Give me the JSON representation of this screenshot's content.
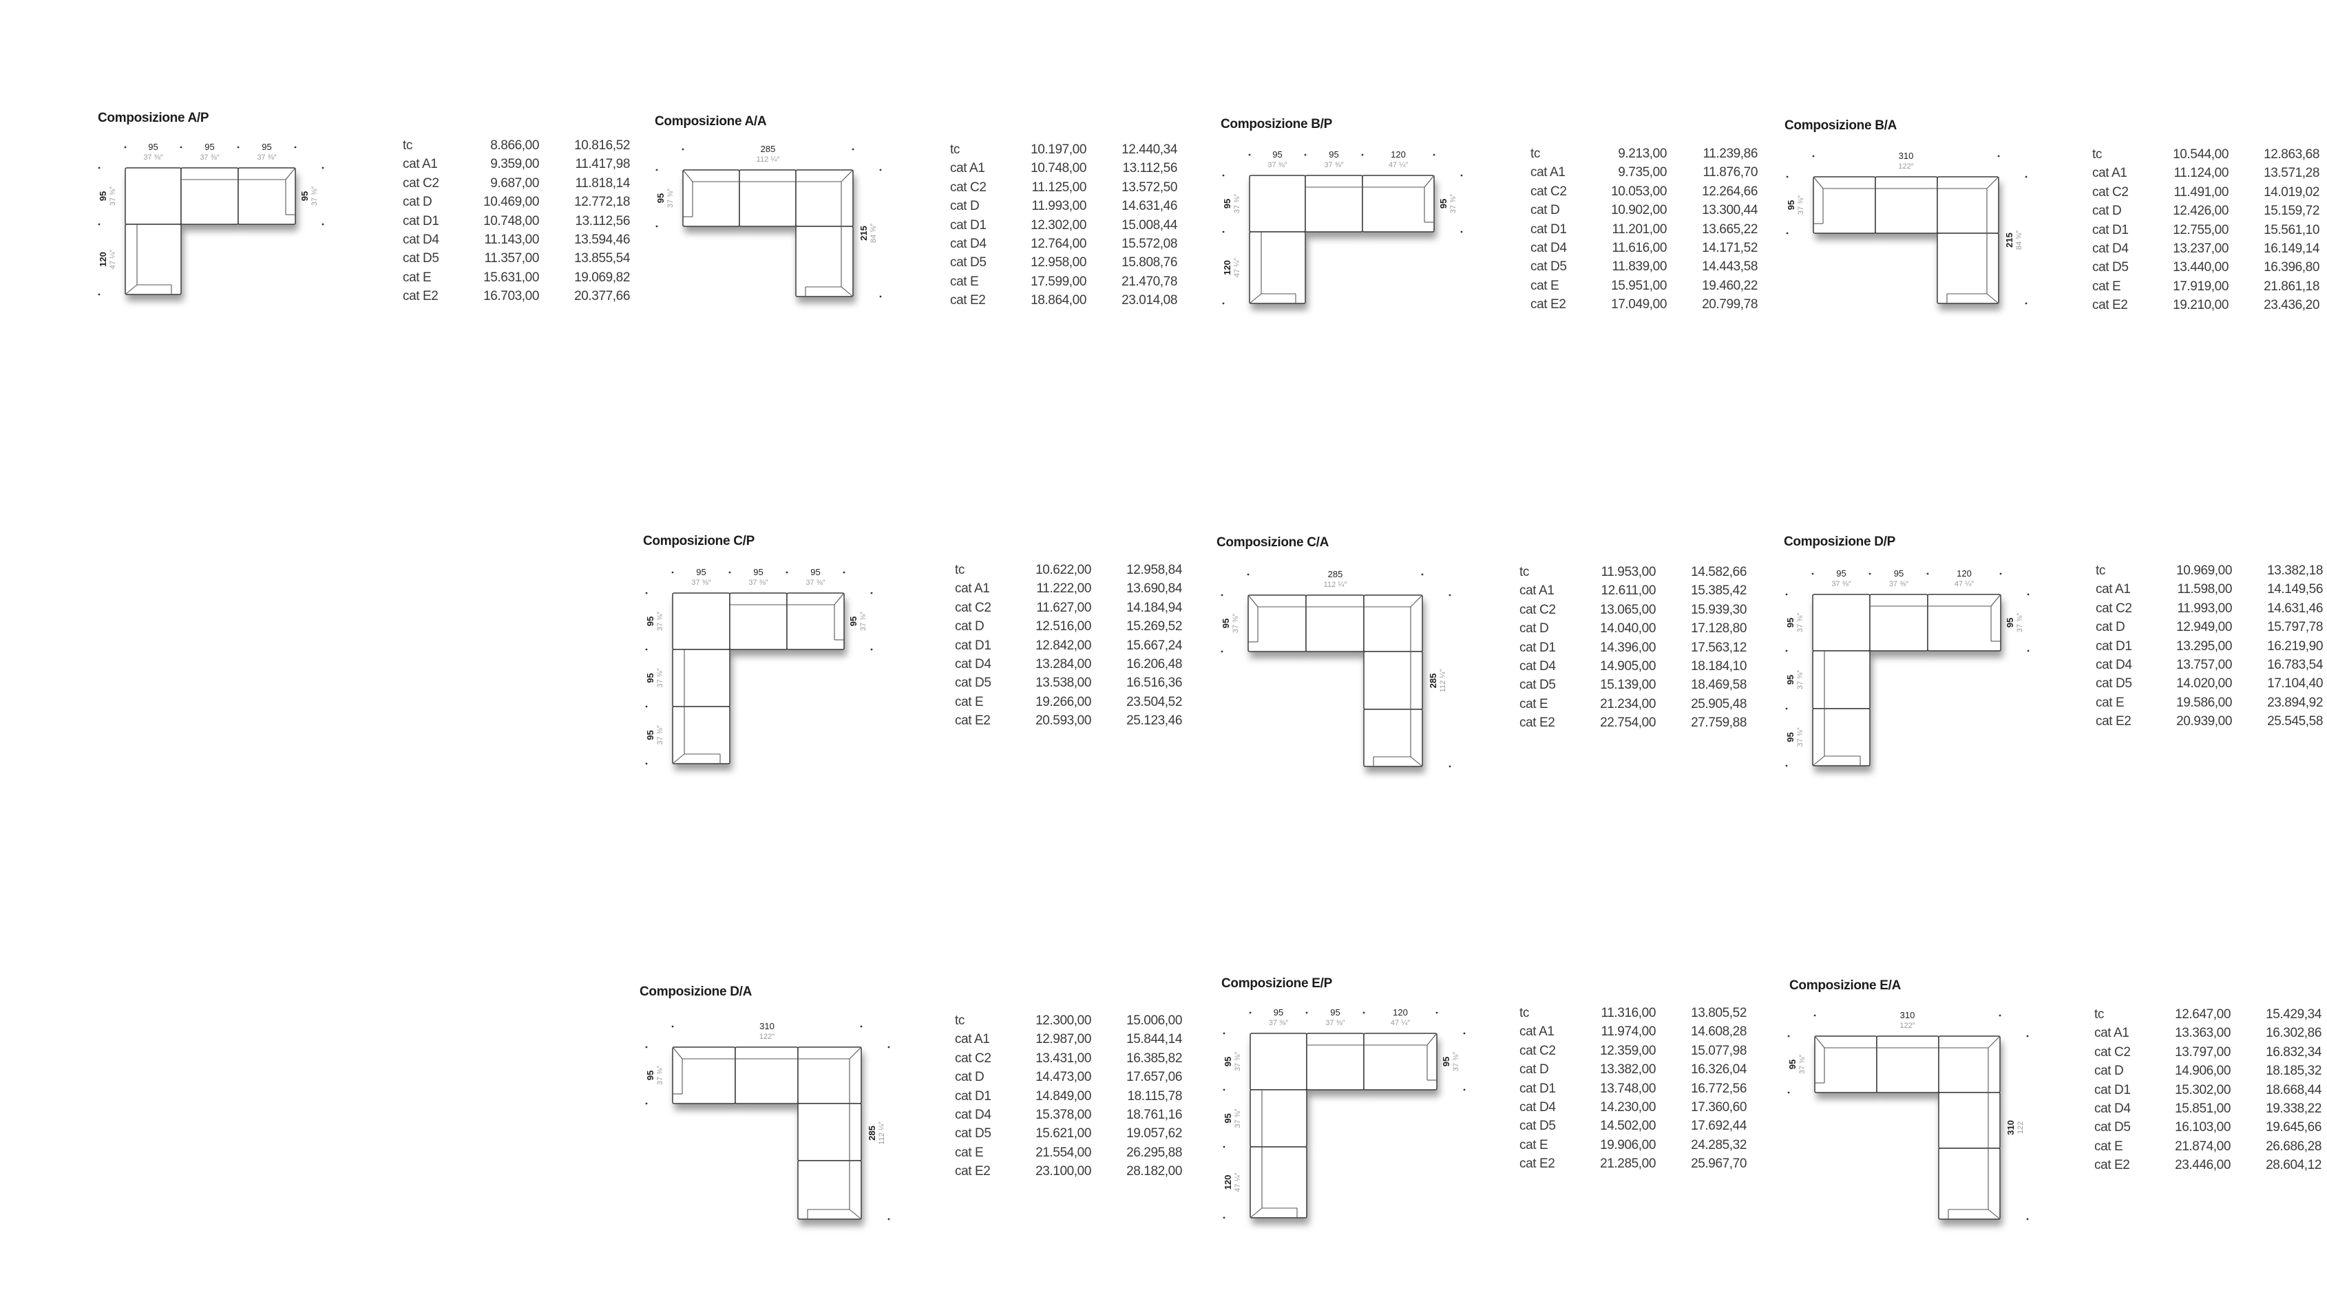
{
  "price_categories": [
    "tc",
    "cat A1",
    "cat C2",
    "cat D",
    "cat D1",
    "cat D4",
    "cat D5",
    "cat E",
    "cat E2"
  ],
  "compositions": [
    {
      "title": "Composizione A/P",
      "type": "P",
      "top": [
        {
          "cm": "95",
          "in": "37 ⅜″"
        },
        {
          "cm": "95",
          "in": "37 ⅜″"
        },
        {
          "cm": "95",
          "in": "37 ⅜″"
        }
      ],
      "left": [
        {
          "cm": "95",
          "in": "37 ⅜″"
        },
        {
          "cm": "120",
          "in": "47 ¼″"
        }
      ],
      "right": [
        {
          "cm": "95",
          "in": "37 ⅜″"
        }
      ],
      "prices": [
        [
          "8.866,00",
          "10.816,52"
        ],
        [
          "9.359,00",
          "11.417,98"
        ],
        [
          "9.687,00",
          "11.818,14"
        ],
        [
          "10.469,00",
          "12.772,18"
        ],
        [
          "10.748,00",
          "13.112,56"
        ],
        [
          "11.143,00",
          "13.594,46"
        ],
        [
          "11.357,00",
          "13.855,54"
        ],
        [
          "15.631,00",
          "19.069,82"
        ],
        [
          "16.703,00",
          "20.377,66"
        ]
      ]
    },
    {
      "title": "Composizione A/A",
      "type": "A",
      "top": [
        {
          "cm": "285",
          "in": "112 ¼″"
        }
      ],
      "left": [
        {
          "cm": "95",
          "in": "37 ⅜″"
        }
      ],
      "right": [
        {
          "cm": "215",
          "in": "84 ⅝″"
        }
      ],
      "prices": [
        [
          "10.197,00",
          "12.440,34"
        ],
        [
          "10.748,00",
          "13.112,56"
        ],
        [
          "11.125,00",
          "13.572,50"
        ],
        [
          "11.993,00",
          "14.631,46"
        ],
        [
          "12.302,00",
          "15.008,44"
        ],
        [
          "12.764,00",
          "15.572,08"
        ],
        [
          "12.958,00",
          "15.808,76"
        ],
        [
          "17.599,00",
          "21.470,78"
        ],
        [
          "18.864,00",
          "23.014,08"
        ]
      ]
    },
    {
      "title": "Composizione B/P",
      "type": "P",
      "top": [
        {
          "cm": "95",
          "in": "37 ⅜″"
        },
        {
          "cm": "95",
          "in": "37 ⅜″"
        },
        {
          "cm": "120",
          "in": "47 ¼″"
        }
      ],
      "left": [
        {
          "cm": "95",
          "in": "37 ⅜″"
        },
        {
          "cm": "120",
          "in": "47 ¼″"
        }
      ],
      "right": [
        {
          "cm": "95",
          "in": "37 ⅜″"
        }
      ],
      "prices": [
        [
          "9.213,00",
          "11.239,86"
        ],
        [
          "9.735,00",
          "11.876,70"
        ],
        [
          "10.053,00",
          "12.264,66"
        ],
        [
          "10.902,00",
          "13.300,44"
        ],
        [
          "11.201,00",
          "13.665,22"
        ],
        [
          "11.616,00",
          "14.171,52"
        ],
        [
          "11.839,00",
          "14.443,58"
        ],
        [
          "15.951,00",
          "19.460,22"
        ],
        [
          "17.049,00",
          "20.799,78"
        ]
      ]
    },
    {
      "title": "Composizione B/A",
      "type": "A",
      "top": [
        {
          "cm": "310",
          "in": "122″"
        }
      ],
      "left": [
        {
          "cm": "95",
          "in": "37 ⅜″"
        }
      ],
      "right": [
        {
          "cm": "215",
          "in": "84 ⅝″"
        }
      ],
      "prices": [
        [
          "10.544,00",
          "12.863,68"
        ],
        [
          "11.124,00",
          "13.571,28"
        ],
        [
          "11.491,00",
          "14.019,02"
        ],
        [
          "12.426,00",
          "15.159,72"
        ],
        [
          "12.755,00",
          "15.561,10"
        ],
        [
          "13.237,00",
          "16.149,14"
        ],
        [
          "13.440,00",
          "16.396,80"
        ],
        [
          "17.919,00",
          "21.861,18"
        ],
        [
          "19.210,00",
          "23.436,20"
        ]
      ]
    },
    {
      "title": "Composizione C/P",
      "type": "P",
      "top": [
        {
          "cm": "95",
          "in": "37 ⅜″"
        },
        {
          "cm": "95",
          "in": "37 ⅜″"
        },
        {
          "cm": "95",
          "in": "37 ⅜″"
        }
      ],
      "left": [
        {
          "cm": "95",
          "in": "37 ⅜″"
        },
        {
          "cm": "95",
          "in": "37 ⅜″"
        },
        {
          "cm": "95",
          "in": "37 ⅜″"
        }
      ],
      "right": [
        {
          "cm": "95",
          "in": "37 ⅜″"
        }
      ],
      "prices": [
        [
          "10.622,00",
          "12.958,84"
        ],
        [
          "11.222,00",
          "13.690,84"
        ],
        [
          "11.627,00",
          "14.184,94"
        ],
        [
          "12.516,00",
          "15.269,52"
        ],
        [
          "12.842,00",
          "15.667,24"
        ],
        [
          "13.284,00",
          "16.206,48"
        ],
        [
          "13.538,00",
          "16.516,36"
        ],
        [
          "19.266,00",
          "23.504,52"
        ],
        [
          "20.593,00",
          "25.123,46"
        ]
      ]
    },
    {
      "title": "Composizione C/A",
      "type": "A",
      "top": [
        {
          "cm": "285",
          "in": "112 ¼″"
        }
      ],
      "left": [
        {
          "cm": "95",
          "in": "37 ⅜″"
        }
      ],
      "right": [
        {
          "cm": "285",
          "in": "112 ¼″"
        }
      ],
      "prices": [
        [
          "11.953,00",
          "14.582,66"
        ],
        [
          "12.611,00",
          "15.385,42"
        ],
        [
          "13.065,00",
          "15.939,30"
        ],
        [
          "14.040,00",
          "17.128,80"
        ],
        [
          "14.396,00",
          "17.563,12"
        ],
        [
          "14.905,00",
          "18.184,10"
        ],
        [
          "15.139,00",
          "18.469,58"
        ],
        [
          "21.234,00",
          "25.905,48"
        ],
        [
          "22.754,00",
          "27.759,88"
        ]
      ]
    },
    {
      "title": "Composizione D/P",
      "type": "P",
      "top": [
        {
          "cm": "95",
          "in": "37 ⅜″"
        },
        {
          "cm": "95",
          "in": "37 ⅜″"
        },
        {
          "cm": "120",
          "in": "47 ¼″"
        }
      ],
      "left": [
        {
          "cm": "95",
          "in": "37 ⅜″"
        },
        {
          "cm": "95",
          "in": "37 ⅜″"
        },
        {
          "cm": "95",
          "in": "37 ⅜″"
        }
      ],
      "right": [
        {
          "cm": "95",
          "in": "37 ⅜″"
        }
      ],
      "prices": [
        [
          "10.969,00",
          "13.382,18"
        ],
        [
          "11.598,00",
          "14.149,56"
        ],
        [
          "11.993,00",
          "14.631,46"
        ],
        [
          "12.949,00",
          "15.797,78"
        ],
        [
          "13.295,00",
          "16.219,90"
        ],
        [
          "13.757,00",
          "16.783,54"
        ],
        [
          "14.020,00",
          "17.104,40"
        ],
        [
          "19.586,00",
          "23.894,92"
        ],
        [
          "20.939,00",
          "25.545,58"
        ]
      ]
    },
    {
      "title": "Composizione D/A",
      "type": "A",
      "top": [
        {
          "cm": "310",
          "in": "122″"
        }
      ],
      "left": [
        {
          "cm": "95",
          "in": "37 ⅜″"
        }
      ],
      "right": [
        {
          "cm": "285",
          "in": "112 ¼″"
        }
      ],
      "prices": [
        [
          "12.300,00",
          "15.006,00"
        ],
        [
          "12.987,00",
          "15.844,14"
        ],
        [
          "13.431,00",
          "16.385,82"
        ],
        [
          "14.473,00",
          "17.657,06"
        ],
        [
          "14.849,00",
          "18.115,78"
        ],
        [
          "15.378,00",
          "18.761,16"
        ],
        [
          "15.621,00",
          "19.057,62"
        ],
        [
          "21.554,00",
          "26.295,88"
        ],
        [
          "23.100,00",
          "28.182,00"
        ]
      ]
    },
    {
      "title": "Composizione E/P",
      "type": "P",
      "top": [
        {
          "cm": "95",
          "in": "37 ⅜″"
        },
        {
          "cm": "95",
          "in": "37 ⅜″"
        },
        {
          "cm": "120",
          "in": "47 ¼″"
        }
      ],
      "left": [
        {
          "cm": "95",
          "in": "37 ⅜″"
        },
        {
          "cm": "95",
          "in": "37 ⅜″"
        },
        {
          "cm": "120",
          "in": "47 ¼″"
        }
      ],
      "right": [
        {
          "cm": "95",
          "in": "37 ⅜″"
        }
      ],
      "prices": [
        [
          "11.316,00",
          "13.805,52"
        ],
        [
          "11.974,00",
          "14.608,28"
        ],
        [
          "12.359,00",
          "15.077,98"
        ],
        [
          "13.382,00",
          "16.326,04"
        ],
        [
          "13.748,00",
          "16.772,56"
        ],
        [
          "14.230,00",
          "17.360,60"
        ],
        [
          "14.502,00",
          "17.692,44"
        ],
        [
          "19.906,00",
          "24.285,32"
        ],
        [
          "21.285,00",
          "25.967,70"
        ]
      ]
    },
    {
      "title": "Composizione E/A",
      "type": "A",
      "top": [
        {
          "cm": "310",
          "in": "122″"
        }
      ],
      "left": [
        {
          "cm": "95",
          "in": "37 ⅜″"
        }
      ],
      "right": [
        {
          "cm": "310",
          "in": "122"
        }
      ],
      "prices": [
        [
          "12.647,00",
          "15.429,34"
        ],
        [
          "13.363,00",
          "16.302,86"
        ],
        [
          "13.797,00",
          "16.832,34"
        ],
        [
          "14.906,00",
          "18.185,32"
        ],
        [
          "15.302,00",
          "18.668,44"
        ],
        [
          "15.851,00",
          "19.338,22"
        ],
        [
          "16.103,00",
          "19.645,66"
        ],
        [
          "21.874,00",
          "26.686,28"
        ],
        [
          "23.446,00",
          "28.604,12"
        ]
      ]
    }
  ]
}
